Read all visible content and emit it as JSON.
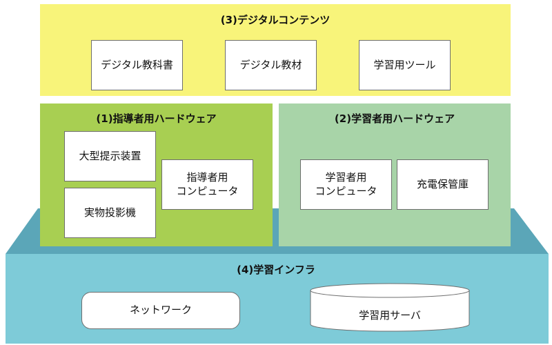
{
  "colors": {
    "content_bg": "#f8f47a",
    "teacher_hw_bg": "#a8cf52",
    "student_hw_bg": "#a8d4a8",
    "infra_front": "#7ecbd8",
    "infra_top": "#5ba6b8"
  },
  "digital_contents": {
    "title": "(3)デジタルコンテンツ",
    "items": [
      "デジタル教科書",
      "デジタル教材",
      "学習用ツール"
    ]
  },
  "teacher_hardware": {
    "title": "(1)指導者用ハードウェア",
    "items": [
      "大型提示装置",
      "実物投影機"
    ],
    "computer": [
      "指導者用",
      "コンピュータ"
    ]
  },
  "student_hardware": {
    "title": "(2)学習者用ハードウェア",
    "computer": [
      "学習者用",
      "コンピュータ"
    ],
    "storage": "充電保管庫"
  },
  "infrastructure": {
    "title": "(4)学習インフラ",
    "network": "ネットワーク",
    "server": "学習用サーバ"
  }
}
